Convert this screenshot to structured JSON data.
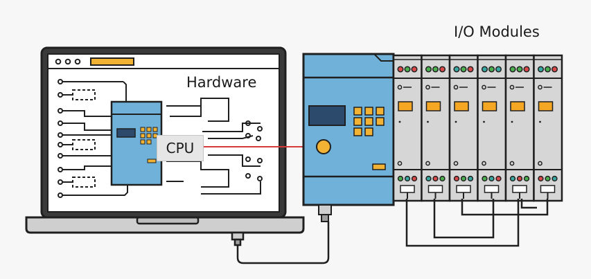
{
  "labels": {
    "io_modules": "I/O Modules",
    "hardware": "Hardware",
    "cpu": "CPU"
  },
  "colors": {
    "outline": "#1f1f1f",
    "plc_blue": "#6fb1d8",
    "module_grey": "#d6d6d6",
    "screen_white": "#ffffff",
    "laptop_grey": "#cfcfcf",
    "key_yellow": "#f2b233",
    "tab_orange": "#f5a623",
    "link_red": "#d63a3a",
    "led_red": "#d94a4a",
    "led_green": "#4caf50",
    "led_teal": "#39a8a0"
  },
  "icons": {
    "laptop": "laptop-icon",
    "plc": "plc-controller-icon",
    "io_rack": "io-module-rack-icon",
    "cable": "cable-connector-icon"
  },
  "io_module_count": 6
}
